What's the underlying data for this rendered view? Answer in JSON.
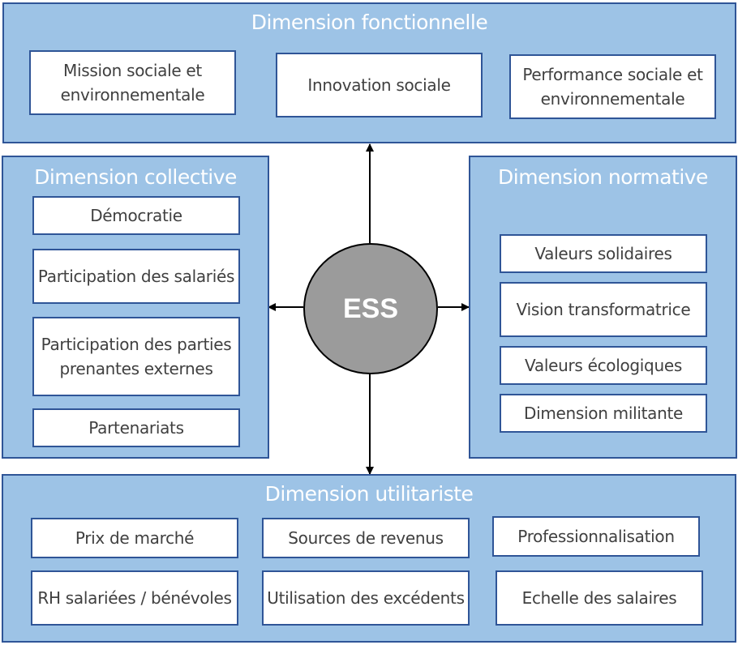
{
  "center": {
    "label": "ESS"
  },
  "top": {
    "title": "Dimension fonctionnelle",
    "items": [
      "Mission sociale et environnementale",
      "Innovation sociale",
      "Performance sociale et environnementale"
    ]
  },
  "left": {
    "title": "Dimension collective",
    "items": [
      "Démocratie",
      "Participation des salariés",
      "Participation des parties prenantes externes",
      "Partenariats"
    ]
  },
  "right": {
    "title": "Dimension normative",
    "items": [
      "Valeurs solidaires",
      "Vision transformatrice",
      "Valeurs écologiques",
      "Dimension militante"
    ]
  },
  "bottom": {
    "title": "Dimension utilitariste",
    "items": [
      "Prix de marché",
      "Sources de revenus",
      "Professionnalisation",
      "RH salariées / bénévoles",
      "Utilisation des excédents",
      "Echelle des salaires"
    ]
  },
  "colors": {
    "panel_fill": "#9dc3e6",
    "panel_border": "#2f5597",
    "box_fill": "#ffffff",
    "hub_fill": "#9b9b9b",
    "arrow": "#000000"
  }
}
